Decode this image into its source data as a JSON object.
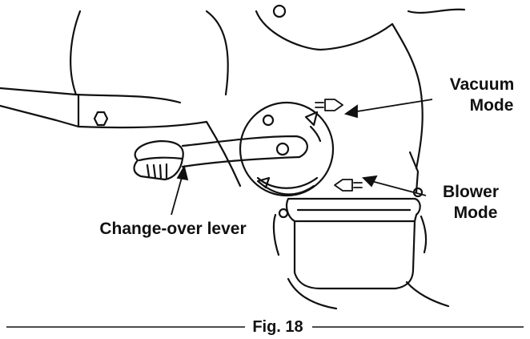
{
  "labels": {
    "vacuum_line1": "Vacuum",
    "vacuum_line2": "Mode",
    "blower_line1": "Blower",
    "blower_line2": "Mode",
    "lever": "Change-over lever"
  },
  "caption": "Fig. 18",
  "colors": {
    "ink": "#111111",
    "background": "#ffffff"
  },
  "icons": {
    "vacuum_symbol": "arrow-into-funnel-icon",
    "blower_symbol": "arrow-out-of-funnel-icon"
  }
}
